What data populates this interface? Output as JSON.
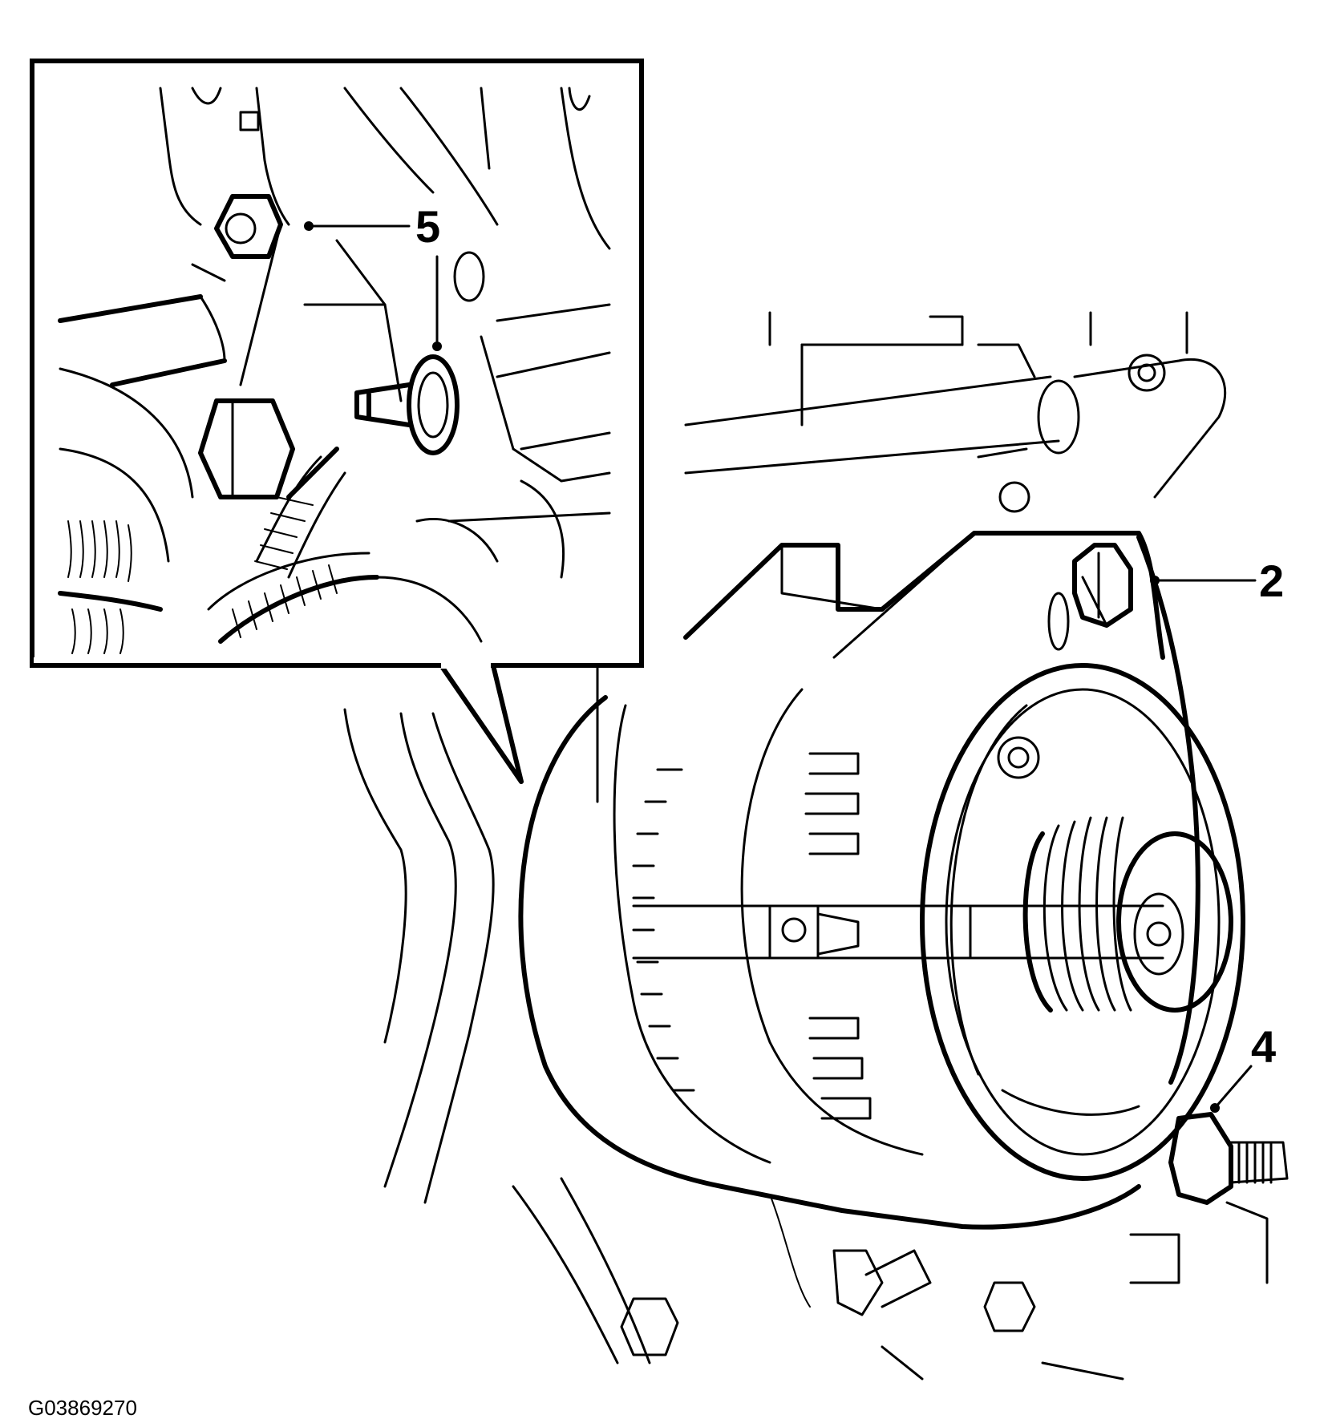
{
  "figure": {
    "id": "G03869270",
    "callouts": [
      {
        "label": "5"
      },
      {
        "label": "2"
      },
      {
        "label": "4"
      }
    ]
  },
  "colors": {
    "ink": "#000000",
    "background": "#ffffff"
  }
}
